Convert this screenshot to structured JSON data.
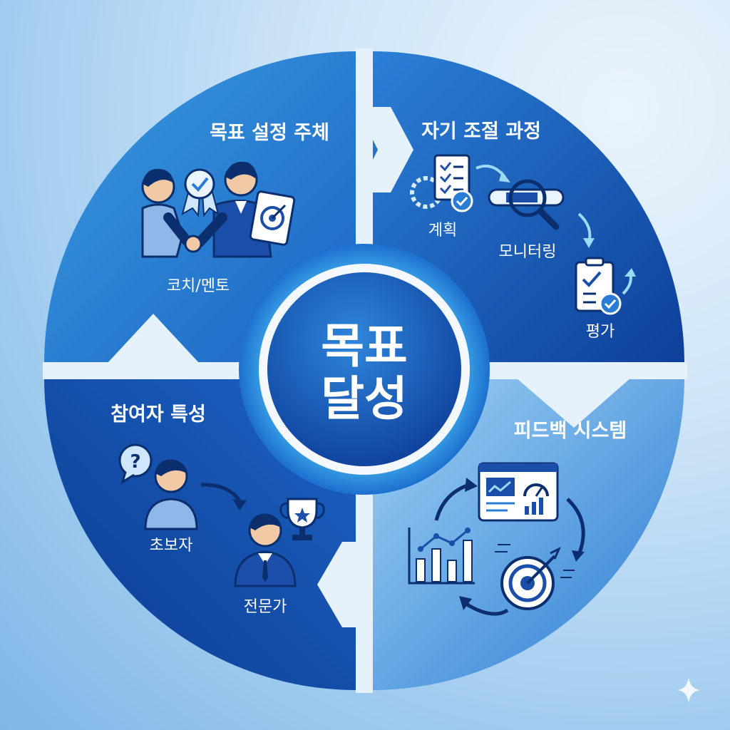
{
  "center": {
    "line1": "목표",
    "line2": "달성"
  },
  "quadrants": {
    "top_left": {
      "title": "목표 설정 주체",
      "label": "코치/멘토"
    },
    "top_right": {
      "title": "자기 조절 과정",
      "steps": [
        "계획",
        "모니터링",
        "평가"
      ]
    },
    "bottom_right": {
      "title": "피드백 시스템"
    },
    "bottom_left": {
      "title": "참여자 특성",
      "labels": [
        "초보자",
        "전문가"
      ]
    }
  },
  "colors": {
    "tl_light": "#3a9be0",
    "tl_dark": "#1b64c4",
    "tr_light": "#2b7fd6",
    "tr_dark": "#0d3f9a",
    "br_light": "#9fd1f3",
    "br_dark": "#2a7bd4",
    "bl_light": "#1d63c4",
    "bl_dark": "#0b3a8f",
    "center": "#1456b8",
    "accent": "#9bd9f5"
  },
  "icons": [
    "handshake-icon",
    "award-ribbon-icon",
    "clipboard-target-icon",
    "checklist-gear-icon",
    "magnifier-progress-icon",
    "clipboard-check-icon",
    "dashboard-icon",
    "bar-chart-icon",
    "target-arrow-icon",
    "question-bubble-icon",
    "trophy-icon",
    "sparkle-icon"
  ]
}
